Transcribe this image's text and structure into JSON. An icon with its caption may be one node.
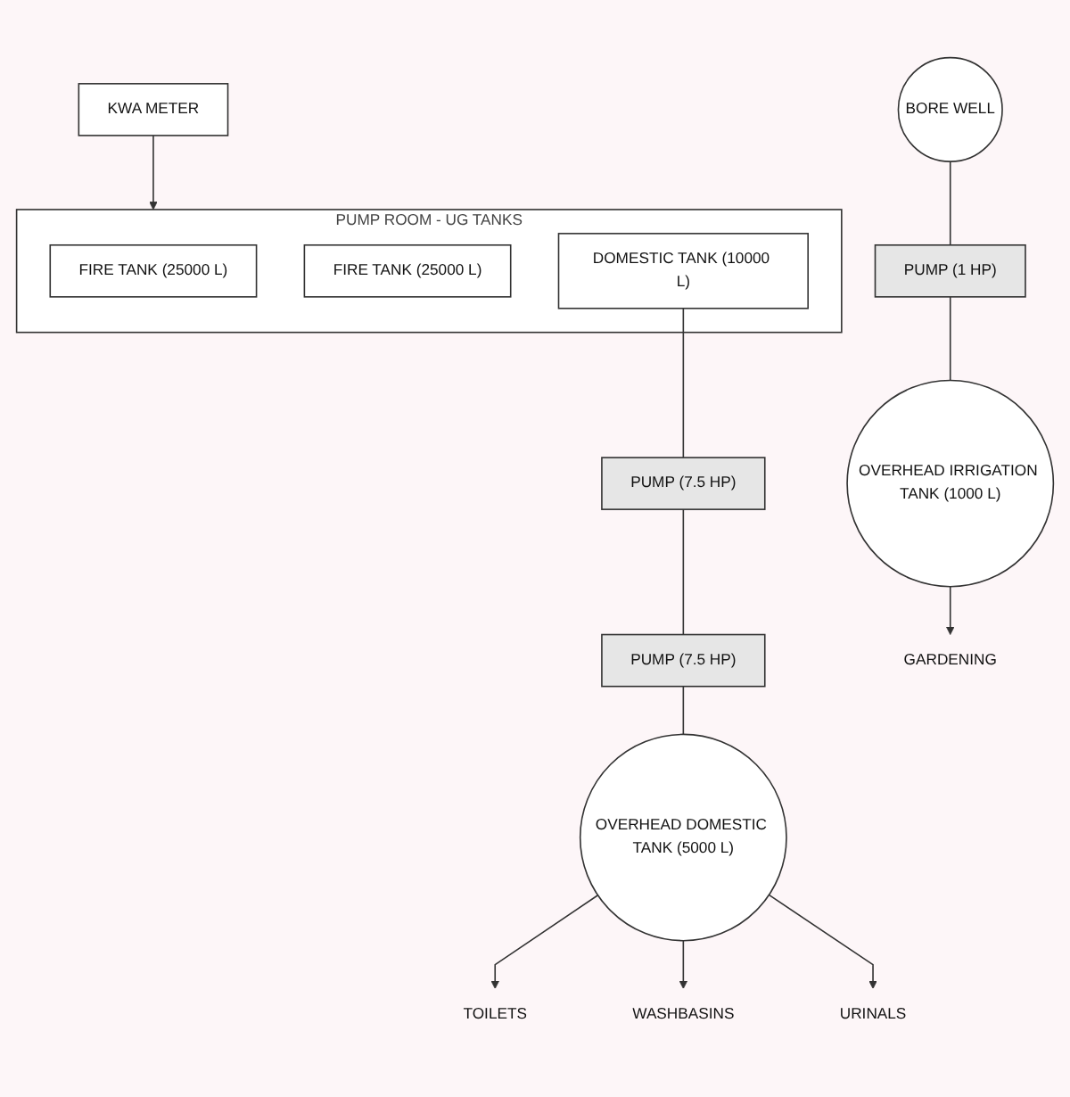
{
  "diagram": {
    "nodes": [
      {
        "text": [
          "KWA METER"
        ]
      },
      {
        "text": [
          "PUMP ROOM - UG TANKS"
        ]
      },
      {
        "text": [
          "FIRE TANK (25000 L)"
        ],
        "in": 1
      },
      {
        "text": [
          "FIRE TANK (25000 L)"
        ],
        "in": 1
      },
      {
        "text": [
          "DOMESTIC TANK (10000 L)"
        ],
        "in": 1
      },
      {
        "text": [
          "PUMP (7.5 HP)"
        ]
      },
      {
        "text": [
          "PUMP (7.5 HP)"
        ]
      },
      {
        "text": [
          "OVERHEAD DOMESTIC TANK (5000 L)"
        ]
      },
      {
        "text": [
          "TOILETS"
        ]
      },
      {
        "text": [
          "WASHBASINS"
        ]
      },
      {
        "text": [
          "URINALS"
        ]
      },
      {
        "text": [
          "BORE WELL"
        ]
      },
      {
        "text": [
          "PUMP (1 HP)"
        ]
      },
      {
        "text": [
          "OVERHEAD IRRIGATION TANK (1000 L)"
        ]
      },
      {
        "text": [
          "GARDENING"
        ]
      }
    ],
    "edges": [
      {
        "from": 0,
        "to": 1,
        "arrow": "to"
      },
      {
        "from": 4,
        "to": 5,
        "arrow": "none"
      },
      {
        "from": 5,
        "to": 6,
        "arrow": "none"
      },
      {
        "from": 6,
        "to": 7,
        "arrow": "none"
      },
      {
        "from": 7,
        "to": 8,
        "arrow": "to"
      },
      {
        "from": 7,
        "to": 9,
        "arrow": "to"
      },
      {
        "from": 7,
        "to": 10,
        "arrow": "to"
      },
      {
        "from": 11,
        "to": 12,
        "arrow": "none"
      },
      {
        "from": 12,
        "to": 13,
        "arrow": "none"
      },
      {
        "from": 13,
        "to": 14,
        "arrow": "to"
      }
    ]
  }
}
